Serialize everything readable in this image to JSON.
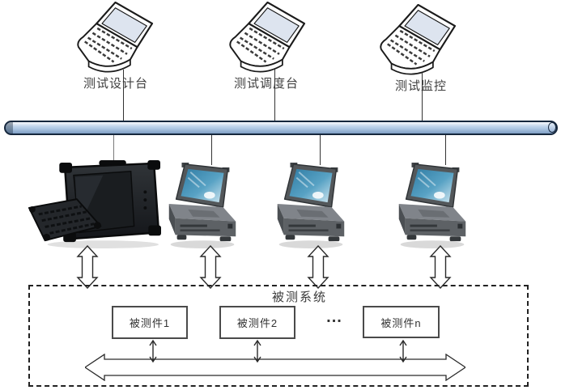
{
  "colors": {
    "bus_fill": "#a9c3e0",
    "bus_highlight": "#eef3f9",
    "bus_shadow": "#7e9dc4",
    "bus_border": "#16273d",
    "rugged_screen_teal": "#3f88ae",
    "diagram_line": "#333333",
    "dashed_border": "#222222",
    "label_text": "#3f3f3f"
  },
  "top_workstations": [
    {
      "label": "测试设计台"
    },
    {
      "label": "测试调度台"
    },
    {
      "label": "测试监控"
    }
  ],
  "system_under_test": {
    "title": "被测系统",
    "units": [
      {
        "label": "被测件1"
      },
      {
        "label": "被测件2"
      },
      {
        "label": "被测件n"
      }
    ],
    "ellipsis": "..."
  }
}
